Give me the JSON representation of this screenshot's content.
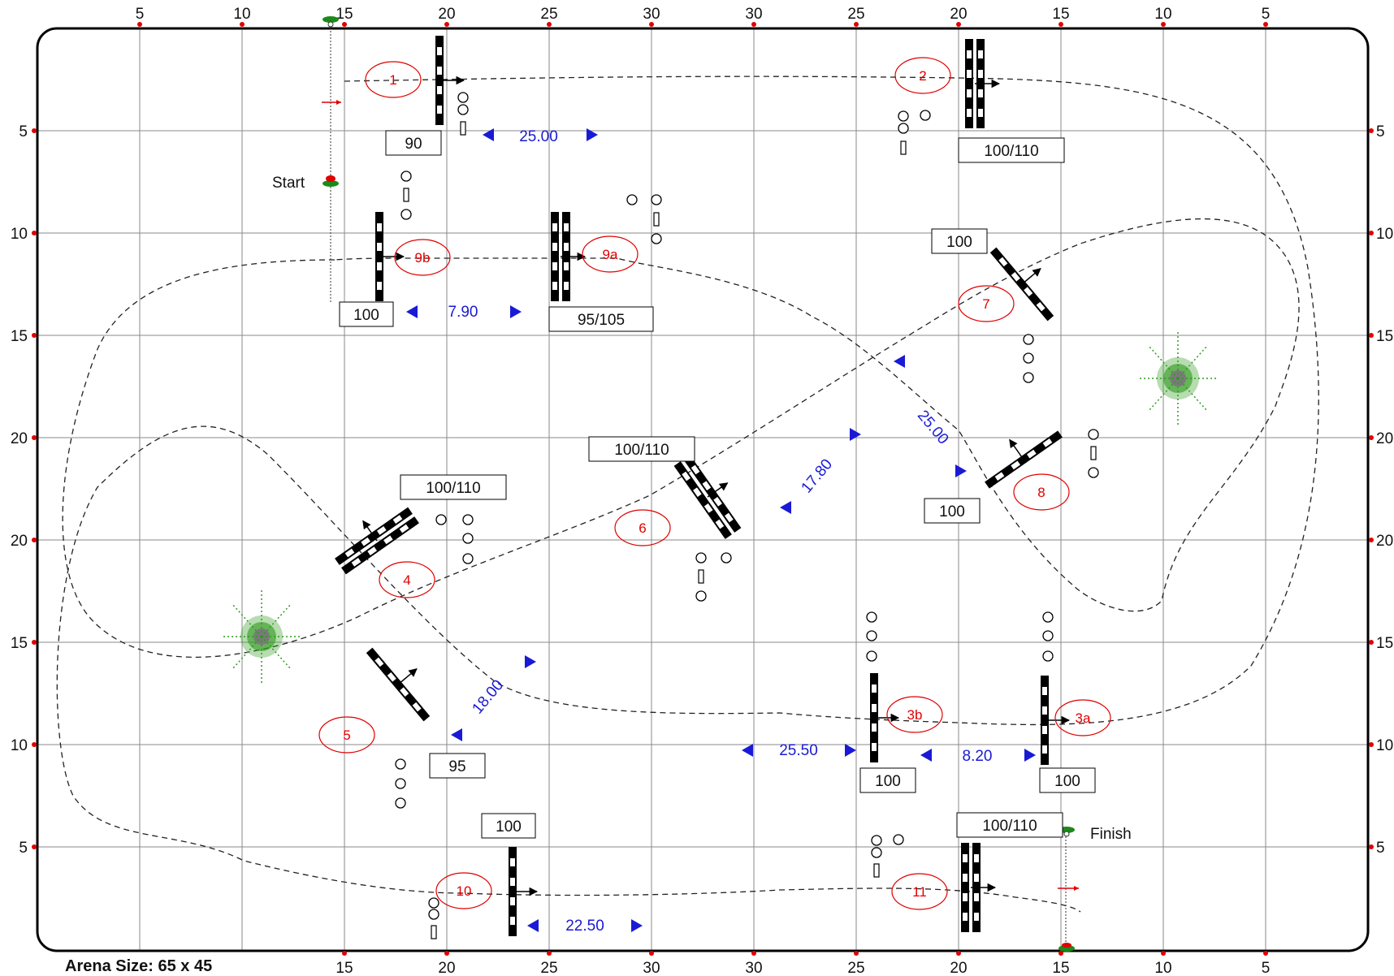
{
  "arena": {
    "size_label": "Arena Size: 65 x 45",
    "start_label": "Start",
    "finish_label": "Finish",
    "top_ticks": [
      "5",
      "10",
      "15",
      "20",
      "25",
      "30",
      "30",
      "25",
      "20",
      "15",
      "10",
      "5"
    ],
    "bottom_ticks": [
      "15",
      "20",
      "25",
      "30",
      "30",
      "25",
      "20",
      "15",
      "10",
      "5"
    ],
    "left_ticks": [
      "5",
      "10",
      "15",
      "20",
      "20",
      "15",
      "10",
      "5"
    ],
    "right_ticks": [
      "5",
      "10",
      "15",
      "20",
      "20",
      "15",
      "10",
      "5"
    ]
  },
  "fences": [
    {
      "number": "1",
      "height": "90"
    },
    {
      "number": "2",
      "height": "100/110"
    },
    {
      "number": "3a",
      "height": "100"
    },
    {
      "number": "3b",
      "height": "100"
    },
    {
      "number": "4",
      "height": "100/110"
    },
    {
      "number": "5",
      "height": "95"
    },
    {
      "number": "6",
      "height": "100/110"
    },
    {
      "number": "7",
      "height": "100"
    },
    {
      "number": "8",
      "height": "100"
    },
    {
      "number": "9a",
      "height": "95/105"
    },
    {
      "number": "9b",
      "height": "100"
    },
    {
      "number": "10",
      "height": "100"
    },
    {
      "number": "11",
      "height": "100/110"
    }
  ],
  "distances": [
    "25.00",
    "7.90",
    "25.00",
    "17.80",
    "18.00",
    "25.50",
    "8.20",
    "22.50"
  ],
  "colors": {
    "fence_number": "#e00000",
    "distance": "#1a1ad6",
    "marker": "#e00000",
    "start_flag": "#1a8a1a",
    "tree": "#2e9a1e"
  }
}
